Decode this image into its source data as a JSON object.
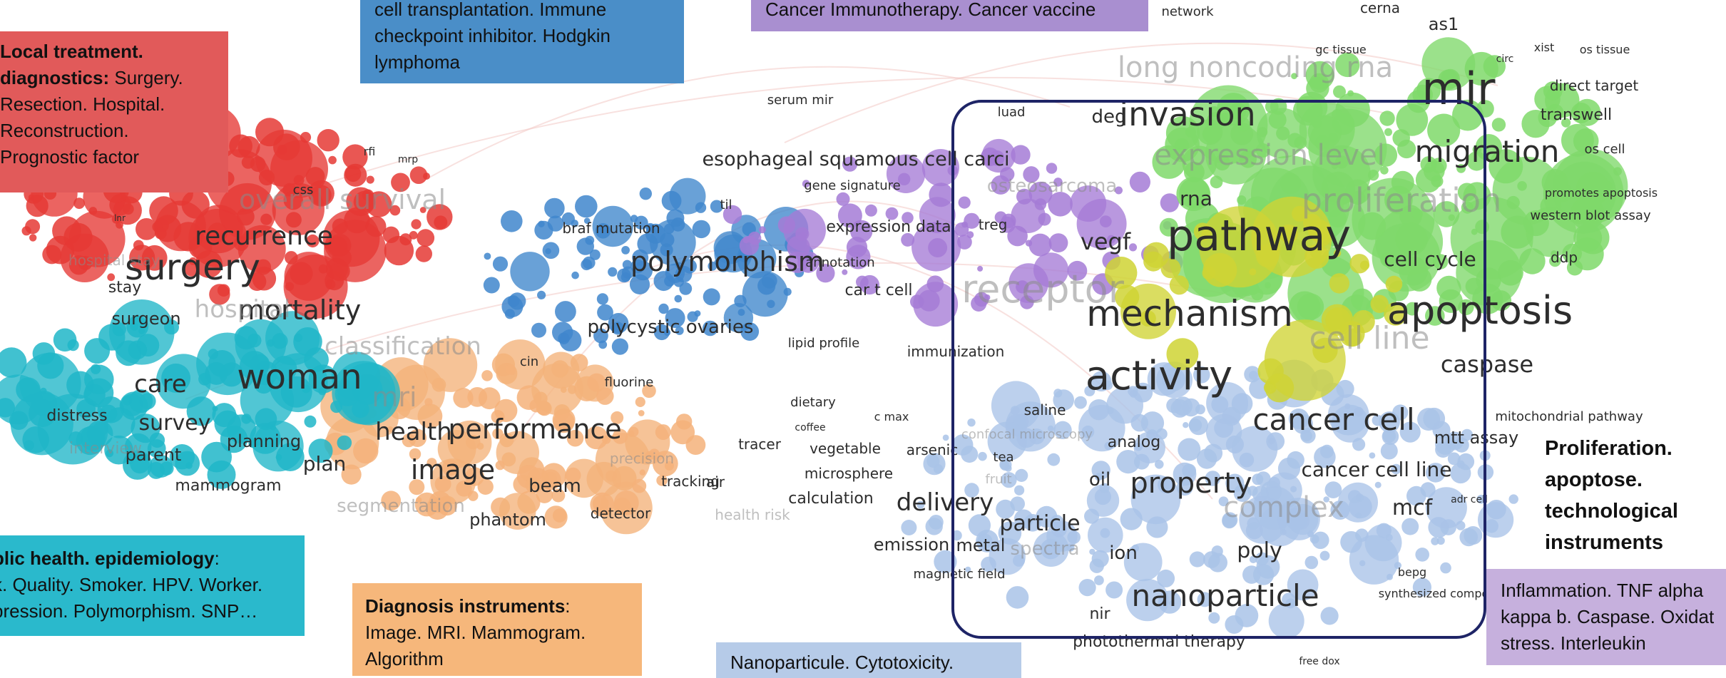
{
  "colors": {
    "red": "#e53935",
    "cyan": "#20b6c8",
    "blue": "#3f86cc",
    "orange": "#f4b27a",
    "purple": "#a57bd6",
    "green": "#7fd96a",
    "yellow": "#cfd334",
    "lightblue": "#a9c3e8",
    "frame": "#1e2466",
    "label": "#2d2d2d"
  },
  "annotations": {
    "red": {
      "title": "Local treatment. diagnostics:",
      "lines": [
        "Local treatment.",
        "diagnostics:",
        "Surgery.",
        "Resection. Hospital.",
        "Reconstruction.",
        "Prognostic factor"
      ]
    },
    "blue": {
      "lines": [
        "cell transplantation. Immune",
        "checkpoint inhibitor. Hodgkin",
        "lymphoma"
      ]
    },
    "purple": {
      "lines": [
        "Cancer Immunotherapy. Cancer vaccine"
      ]
    },
    "cyan": {
      "title": "blic health. epidemiology",
      "colon": ":",
      "lines": [
        "k. Quality. Smoker. HPV. Worker.",
        "pression. Polymorphism. SNP…"
      ]
    },
    "orange": {
      "title": "Diagnosis instruments",
      "colon": ":",
      "lines": [
        "Image. MRI. Mammogram.",
        "Algorithm"
      ]
    },
    "lightblue": {
      "lines": [
        "Nanoparticule. Cytotoxicity."
      ]
    },
    "lavender": {
      "lines": [
        "Inflammation. TNF alpha",
        "kappa b. Caspase. Oxidat",
        "stress.   Interleukin"
      ]
    },
    "right": {
      "lines": [
        "Proliferation.",
        "apoptose.",
        "technological",
        "instruments"
      ]
    }
  },
  "terms": [
    {
      "t": "surgery",
      "c": "red"
    },
    {
      "t": "recurrence",
      "c": "red"
    },
    {
      "t": "mortality",
      "c": "red"
    },
    {
      "t": "overall survival",
      "c": "red"
    },
    {
      "t": "hospital",
      "c": "red"
    },
    {
      "t": "surgeon",
      "c": "red"
    },
    {
      "t": "stay",
      "c": "red"
    },
    {
      "t": "hospital stay",
      "c": "red"
    },
    {
      "t": "css",
      "c": "red"
    },
    {
      "t": "rfi",
      "c": "red"
    },
    {
      "t": "mrp",
      "c": "red"
    },
    {
      "t": "lnr",
      "c": "red"
    },
    {
      "t": "classification",
      "c": "red"
    },
    {
      "t": "woman",
      "c": "cyan"
    },
    {
      "t": "care",
      "c": "cyan"
    },
    {
      "t": "survey",
      "c": "cyan"
    },
    {
      "t": "parent",
      "c": "cyan"
    },
    {
      "t": "distress",
      "c": "cyan"
    },
    {
      "t": "interview",
      "c": "cyan"
    },
    {
      "t": "planning",
      "c": "cyan"
    },
    {
      "t": "mammogram",
      "c": "cyan"
    },
    {
      "t": "health",
      "c": "cyan"
    },
    {
      "t": "mri",
      "c": "orange"
    },
    {
      "t": "performance",
      "c": "orange"
    },
    {
      "t": "image",
      "c": "orange"
    },
    {
      "t": "plan",
      "c": "orange"
    },
    {
      "t": "segmentation",
      "c": "orange"
    },
    {
      "t": "phantom",
      "c": "orange"
    },
    {
      "t": "beam",
      "c": "orange"
    },
    {
      "t": "precision",
      "c": "orange"
    },
    {
      "t": "tracking",
      "c": "orange"
    },
    {
      "t": "air",
      "c": "orange"
    },
    {
      "t": "detector",
      "c": "orange"
    },
    {
      "t": "tracer",
      "c": "orange"
    },
    {
      "t": "polymorphism",
      "c": "blue"
    },
    {
      "t": "polycystic ovaries",
      "c": "blue"
    },
    {
      "t": "braf mutation",
      "c": "blue"
    },
    {
      "t": "serum mir",
      "c": "blue"
    },
    {
      "t": "fluorine",
      "c": "blue"
    },
    {
      "t": "cin",
      "c": "blue"
    },
    {
      "t": "esophageal squamous cell carci",
      "c": "purple"
    },
    {
      "t": "gene signature",
      "c": "purple"
    },
    {
      "t": "expression data",
      "c": "purple"
    },
    {
      "t": "car t cell",
      "c": "purple"
    },
    {
      "t": "annotation",
      "c": "purple"
    },
    {
      "t": "til",
      "c": "purple"
    },
    {
      "t": "treg",
      "c": "purple"
    },
    {
      "t": "receptor",
      "c": "purple"
    },
    {
      "t": "immunization",
      "c": "purple"
    },
    {
      "t": "lipid profile",
      "c": "purple"
    },
    {
      "t": "dietary",
      "c": "lightblue"
    },
    {
      "t": "coffee",
      "c": "lightblue"
    },
    {
      "t": "c max",
      "c": "lightblue"
    },
    {
      "t": "vegetable",
      "c": "lightblue"
    },
    {
      "t": "arsenic",
      "c": "lightblue"
    },
    {
      "t": "microsphere",
      "c": "lightblue"
    },
    {
      "t": "calculation",
      "c": "lightblue"
    },
    {
      "t": "delivery",
      "c": "lightblue"
    },
    {
      "t": "emission",
      "c": "lightblue"
    },
    {
      "t": "metal",
      "c": "lightblue"
    },
    {
      "t": "magnetic field",
      "c": "lightblue"
    },
    {
      "t": "health risk",
      "c": "lightblue"
    },
    {
      "t": "saline",
      "c": "lightblue"
    },
    {
      "t": "confocal microscopy",
      "c": "lightblue"
    },
    {
      "t": "tea",
      "c": "lightblue"
    },
    {
      "t": "fruit",
      "c": "lightblue"
    },
    {
      "t": "analog",
      "c": "lightblue"
    },
    {
      "t": "oil",
      "c": "lightblue"
    },
    {
      "t": "property",
      "c": "lightblue"
    },
    {
      "t": "complex",
      "c": "lightblue"
    },
    {
      "t": "particle",
      "c": "lightblue"
    },
    {
      "t": "spectra",
      "c": "lightblue"
    },
    {
      "t": "ion",
      "c": "lightblue"
    },
    {
      "t": "poly",
      "c": "lightblue"
    },
    {
      "t": "nanoparticle",
      "c": "lightblue"
    },
    {
      "t": "nir",
      "c": "lightblue"
    },
    {
      "t": "photothermal therapy",
      "c": "lightblue"
    },
    {
      "t": "cancer cell",
      "c": "lightblue"
    },
    {
      "t": "cancer cell line",
      "c": "lightblue"
    },
    {
      "t": "mcf",
      "c": "lightblue"
    },
    {
      "t": "mtt assay",
      "c": "lightblue"
    },
    {
      "t": "bepg",
      "c": "lightblue"
    },
    {
      "t": "synthesized compo",
      "c": "lightblue"
    },
    {
      "t": "free dox",
      "c": "lightblue"
    },
    {
      "t": "activity",
      "c": "lightblue"
    },
    {
      "t": "mechanism",
      "c": "yellow"
    },
    {
      "t": "pathway",
      "c": "yellow"
    },
    {
      "t": "vegf",
      "c": "yellow"
    },
    {
      "t": "osteosarcoma",
      "c": "yellow"
    },
    {
      "t": "rna",
      "c": "green"
    },
    {
      "t": "invasion",
      "c": "green"
    },
    {
      "t": "expression level",
      "c": "green"
    },
    {
      "t": "deg",
      "c": "green"
    },
    {
      "t": "luad",
      "c": "green"
    },
    {
      "t": "long noncoding rna",
      "c": "green"
    },
    {
      "t": "mir",
      "c": "green"
    },
    {
      "t": "migration",
      "c": "green"
    },
    {
      "t": "proliferation",
      "c": "green"
    },
    {
      "t": "cell cycle",
      "c": "green"
    },
    {
      "t": "apoptosis",
      "c": "green"
    },
    {
      "t": "caspase",
      "c": "green"
    },
    {
      "t": "cell line",
      "c": "green"
    },
    {
      "t": "cerna",
      "c": "green"
    },
    {
      "t": "as1",
      "c": "green"
    },
    {
      "t": "gc tissue",
      "c": "green"
    },
    {
      "t": "xist",
      "c": "green"
    },
    {
      "t": "circ",
      "c": "green"
    },
    {
      "t": "os tissue",
      "c": "green"
    },
    {
      "t": "direct target",
      "c": "green"
    },
    {
      "t": "transwell",
      "c": "green"
    },
    {
      "t": "os cell",
      "c": "green"
    },
    {
      "t": "promotes apoptosis",
      "c": "green"
    },
    {
      "t": "western blot assay",
      "c": "green"
    },
    {
      "t": "ddp",
      "c": "green"
    },
    {
      "t": "mitochondrial pathway",
      "c": "green"
    },
    {
      "t": "adr cell",
      "c": "green"
    },
    {
      "t": "network",
      "c": "green"
    }
  ]
}
